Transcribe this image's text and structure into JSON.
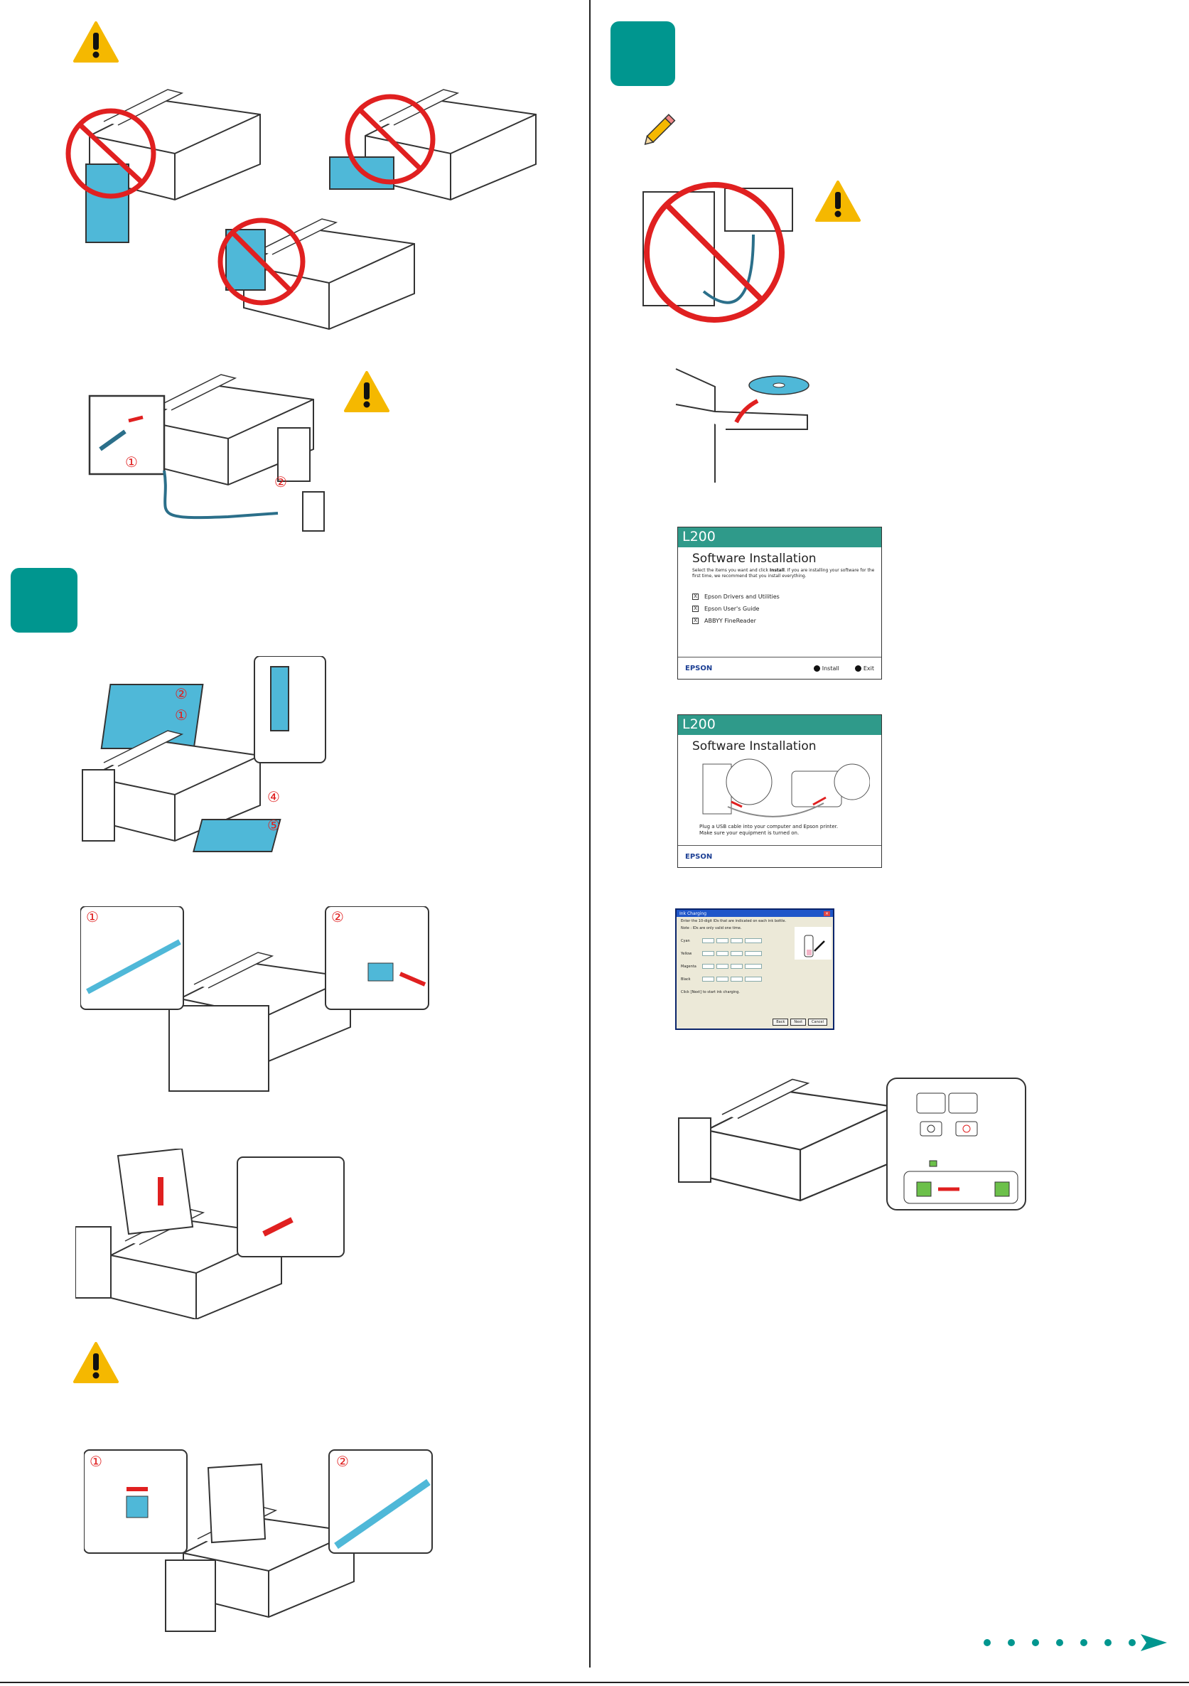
{
  "colors": {
    "teal": "#00968f",
    "warning": "#f5b800",
    "prohibit": "#e02020",
    "blue_part": "#4fb8d8",
    "led_green": "#6cc04a"
  },
  "callouts": {
    "one": "①",
    "two": "②",
    "four": "④",
    "five": "⑤"
  },
  "screen1": {
    "model": "L200",
    "title": "Software Installation",
    "desc_pre": "Select the items you want and click ",
    "desc_bold": "Install",
    "desc_post": ". If you are installing your software for the first time, we recommend that you install everything.",
    "options": [
      {
        "label": "Epson Drivers and Utilities",
        "checked": "X"
      },
      {
        "label": "Epson User's Guide",
        "checked": "X"
      },
      {
        "label": "ABBYY FineReader",
        "checked": "X"
      }
    ],
    "brand": "EPSON",
    "install_label": "Install",
    "exit_label": "Exit"
  },
  "screen2": {
    "model": "L200",
    "title": "Software Installation",
    "line1": "Plug a USB cable into your computer and Epson printer.",
    "line2": "Make sure your equipment is turned on.",
    "brand": "EPSON"
  },
  "ink_dialog": {
    "title": "Ink Charging",
    "close": "×",
    "instruction": "Enter the 10-digit IDs that are indicated on each ink bottle.",
    "note": "Note : IDs are only valid one time.",
    "colors": [
      "Cyan",
      "Yellow",
      "Magenta",
      "Black"
    ],
    "footer": "Click [Next] to start ink charging.",
    "buttons": [
      "Back",
      "Next",
      "Cancel"
    ]
  }
}
